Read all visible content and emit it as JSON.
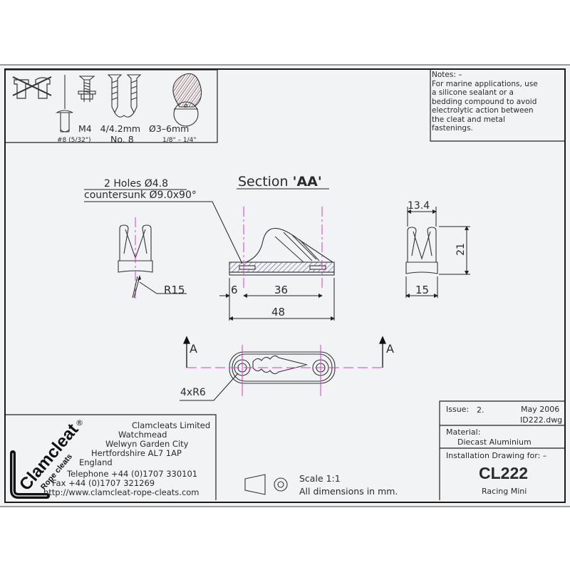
{
  "fastener_panel": {
    "items": [
      {
        "icon": "crossed-out-bolt-icon",
        "label": ""
      },
      {
        "icon": "rivet-icon",
        "size_metric": "",
        "size_imperial": "#8 (5/32\")"
      },
      {
        "icon": "machine-screw-icon",
        "size_metric": "M4",
        "size_imperial": ""
      },
      {
        "icon": "wood-screw-icon",
        "size_metric": "4/4.2mm",
        "size_imperial": "No. 8"
      },
      {
        "icon": "rope-icon",
        "size_metric": "Ø3–6mm",
        "size_imperial": "1/8\" – 1/4\""
      }
    ],
    "line1": "M4   4/4.2mm   Ø3–6mm",
    "rivet_label": "#8 (5/32\")",
    "screw_label": "No. 8",
    "rope_label": "1/8\" – 1/4\""
  },
  "notes": {
    "title": "Notes: –",
    "lines": [
      "For marine applications, use",
      "a silicone sealant or a",
      "bedding compound to avoid",
      "electrolytic action between",
      "the cleat and metal",
      "fastenings."
    ]
  },
  "drawing": {
    "section_title": "Section ",
    "section_id": "'AA'",
    "holes_note_1": "2 Holes Ø4.8",
    "holes_note_2": "countersunk Ø9.0x90°",
    "radius_label": "R15",
    "dim_edge": "6",
    "dim_hole_spacing": "36",
    "dim_length": "48",
    "dim_top_width": "13.4",
    "dim_height": "21",
    "dim_base_width": "15",
    "corner_radius_label": "4xR6",
    "section_marker_left": "A",
    "section_marker_right": "A",
    "centerline_color": "#d040c8",
    "hatch_color": "#5a5aa8"
  },
  "company": {
    "logo_name": "Clamcleat",
    "logo_tagline": "Rope cleats",
    "registered": "®",
    "name": "Clamcleats Limited",
    "address_1": "Watchmead",
    "address_2": "Welwyn Garden City",
    "address_3": "Hertfordshire AL7 1AP",
    "country": "England",
    "telephone": "Telephone +44 (0)1707 330101",
    "fax": "Fax +44 (0)1707 321269",
    "website": "http://www.clamcleat-rope-cleats.com"
  },
  "scale_info": {
    "projection_icon": "third-angle-projection-icon",
    "scale": "Scale 1:1",
    "units": "All dimensions in mm."
  },
  "title_block": {
    "issue_label": "Issue:",
    "issue_value": "2.",
    "date": "May 2006",
    "file": "ID222.dwg",
    "material_label": "Material:",
    "material_value": "Diecast Aluminium",
    "drawing_for_label": "Installation Drawing for: –",
    "part_number": "CL222",
    "part_name": "Racing Mini"
  }
}
